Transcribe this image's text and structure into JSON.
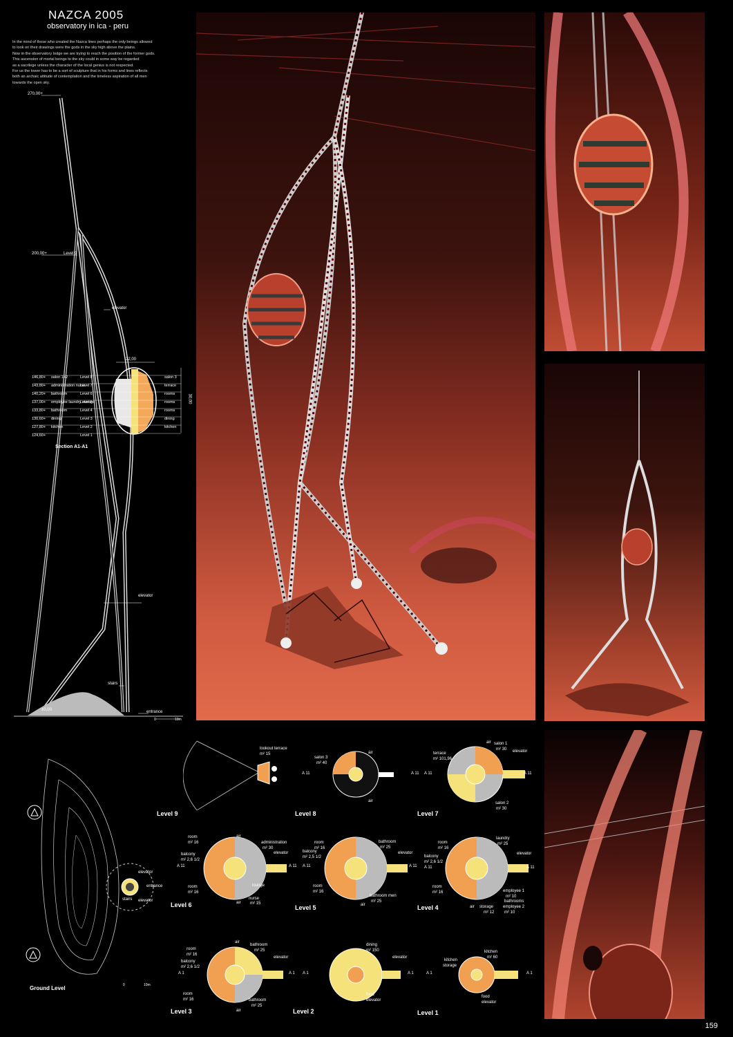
{
  "header": {
    "title": "NAZCA 2005",
    "subtitle": "observatory in ica - peru",
    "intro": [
      "In the mind of those who created the Nazca lines perhaps the only beings allowed",
      "to look on their drawings were the gods in the sky high above the plains.",
      "Now in the observatory lodge we are trying to reach the position of the former gods.",
      "This ascension of mortal beings to the sky could in some way be regarded",
      "as a sacrilege unless the character of the local genius is not respected.",
      "For us the tower has to be a sort of sculpture that in his forms and lines reflects",
      "both an archaic attitude of contemplation and the timeless aspiration of all men",
      "towards the open sky."
    ]
  },
  "section": {
    "label": "Section A1-A1",
    "elevations": {
      "top": "270,00+",
      "level9": "200,00+",
      "ground": "±0,00"
    },
    "level9_label": "Level 9",
    "elevator_label": "elevator",
    "stairs_label": "stairs",
    "entrance_label": "entrance",
    "width_dim": "22,00",
    "height_dim": "30,00",
    "scale_zero": "0",
    "scale_ten": "10m",
    "levels": [
      {
        "elev": "146,80+",
        "name": "Level 8",
        "room_left": "",
        "room_right": "salon 3"
      },
      {
        "elev": "143,80+",
        "name": "Level 7",
        "room_left": "salon 1+2",
        "room_right": "terrace"
      },
      {
        "elev": "140,20+",
        "name": "Level 6",
        "room_left": "administration nurse",
        "room_right": "rooms"
      },
      {
        "elev": "137,00+",
        "name": "Level 5",
        "room_left": "bathroom",
        "room_right": "rooms"
      },
      {
        "elev": "133,80+",
        "name": "Level 4",
        "room_left": "employee laundry storage",
        "room_right": ""
      },
      {
        "elev": "130,60+",
        "name": "Level 3",
        "room_left": "bathroom",
        "room_right": "rooms"
      },
      {
        "elev": "127,80+",
        "name": "Level 2",
        "room_left": "dining",
        "room_right": "dining"
      },
      {
        "elev": "124,60+",
        "name": "Level 1",
        "room_left": "kitchen",
        "room_right": "kitchen"
      }
    ]
  },
  "ground_plan": {
    "label": "Ground Level",
    "elevator_top": "elevator",
    "entrance": "entrance",
    "stairs": "stairs",
    "elevator_bottom": "elevator",
    "scale_zero": "0",
    "scale_ten": "10m"
  },
  "plans": [
    {
      "level": "Level 9",
      "labels": [
        "lookout terrace",
        "m² 15"
      ]
    },
    {
      "level": "Level 8",
      "labels": [
        "salon 3",
        "m² 40",
        "air",
        "air",
        "A 11",
        "A 11"
      ]
    },
    {
      "level": "Level 7",
      "labels": [
        "terrace",
        "m² 101,96",
        "salon 1",
        "m² 30",
        "elevator",
        "salon 2",
        "m² 30",
        "air",
        "A 11",
        "A 11"
      ]
    },
    {
      "level": "Level 6",
      "labels": [
        "room",
        "m² 16",
        "balcony",
        "m² 2,6 1/2",
        "air",
        "administration",
        "m² 30",
        "elevator",
        "lounge",
        "room",
        "m² 16",
        "nurse",
        "m² 15",
        "air",
        "A 11",
        "A 11"
      ]
    },
    {
      "level": "Level 5",
      "labels": [
        "room",
        "m² 16",
        "balcony",
        "m² 2,5 1/2",
        "bathroom",
        "m² 25",
        "elevator",
        "room",
        "m² 16",
        "bathroom men",
        "m² 25",
        "air",
        "A 11",
        "A 11"
      ]
    },
    {
      "level": "Level 4",
      "labels": [
        "room",
        "m² 16",
        "balcony",
        "m² 2,6 1/2",
        "laundry",
        "m² 25",
        "elevator",
        "room",
        "m² 16",
        "employee 1",
        "m² 10",
        "bathrooms",
        "air",
        "storage",
        "m² 12",
        "employee 2",
        "m² 10",
        "A 11",
        "A 11"
      ]
    },
    {
      "level": "Level 3",
      "labels": [
        "room",
        "m² 16",
        "balcony",
        "m² 2,6 1/2",
        "air",
        "bathroom",
        "m² 25",
        "elevator",
        "room",
        "m² 16",
        "bathroom",
        "m² 25",
        "air",
        "A 1",
        "A 1"
      ]
    },
    {
      "level": "Level 2",
      "labels": [
        "dining",
        "m² 150",
        "elevator",
        "food",
        "elevator",
        "A 1",
        "A 1"
      ]
    },
    {
      "level": "Level 1",
      "labels": [
        "kitchen",
        "m² 60",
        "kitchen",
        "storage",
        "food",
        "elevator",
        "A 1",
        "A 1"
      ]
    }
  ],
  "page_number": "159",
  "colors": {
    "background": "#000000",
    "render_red": "#c8503a",
    "render_dark": "#3a1410",
    "plan_orange": "#f0a050",
    "plan_yellow": "#f6e27a",
    "plan_grey": "#b8b8b8"
  }
}
